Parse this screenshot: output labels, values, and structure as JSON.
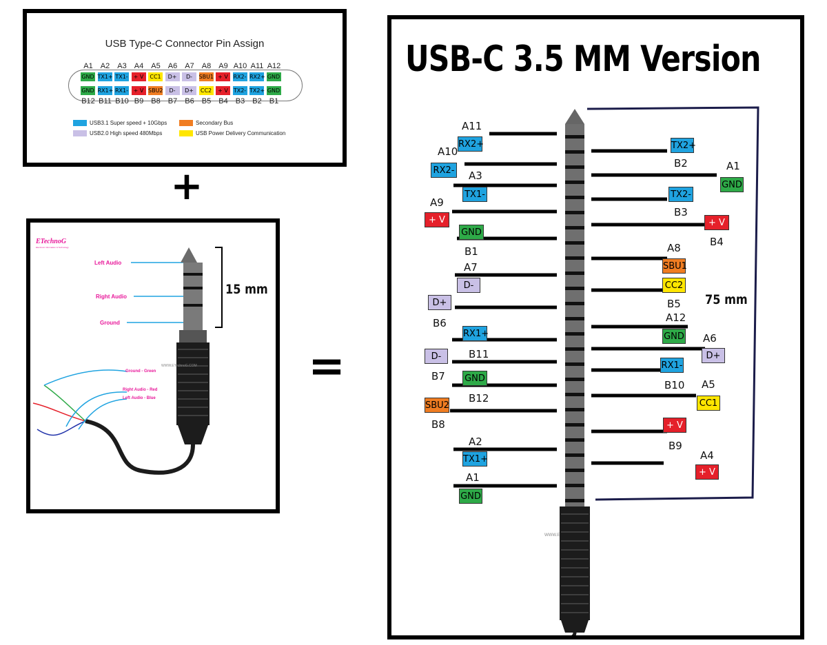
{
  "colors": {
    "blue": "#1fa3e0",
    "lilac": "#c9c0e6",
    "green": "#2eaa48",
    "red": "#e5202a",
    "orange": "#f07d22",
    "yellow": "#ffe600",
    "pink": "#e8189a",
    "navy": "#1b1c4a"
  },
  "pinout_card": {
    "title": "USB Type-C Connector Pin Assign",
    "top_row": {
      "labels": [
        "A1",
        "A2",
        "A3",
        "A4",
        "A5",
        "A6",
        "A7",
        "A8",
        "A9",
        "A10",
        "A11",
        "A12"
      ],
      "signals": [
        "GND",
        "TX1+",
        "TX1-",
        "+ V",
        "CC1",
        "D+",
        "D-",
        "SBU1",
        "+ V",
        "RX2-",
        "RX2+",
        "GND"
      ],
      "colors": [
        "green",
        "blue",
        "blue",
        "red",
        "yellow",
        "lilac",
        "lilac",
        "orange",
        "red",
        "blue",
        "blue",
        "green"
      ]
    },
    "bottom_row": {
      "labels": [
        "B12",
        "B11",
        "B10",
        "B9",
        "B8",
        "B7",
        "B6",
        "B5",
        "B4",
        "B3",
        "B2",
        "B1"
      ],
      "signals": [
        "GND",
        "RX1+",
        "RX1-",
        "+ V",
        "SBU2",
        "D-",
        "D+",
        "CC2",
        "+ V",
        "TX2-",
        "TX2+",
        "GND"
      ],
      "colors": [
        "green",
        "blue",
        "blue",
        "red",
        "orange",
        "lilac",
        "lilac",
        "yellow",
        "red",
        "blue",
        "blue",
        "green"
      ]
    },
    "legend": {
      "usb31": "USB3.1 Super speed + 10Gbps",
      "usb20": "USB2.0 High speed 480Mbps",
      "secondary": "Secondary Bus",
      "power": "USB Power Delivery Communication"
    }
  },
  "plus_sign": "+",
  "equals_sign": "=",
  "audio_card": {
    "logo": "ETechnoG",
    "logo_sub": "Electronic Information & Technology",
    "left_audio": "Left Audio",
    "right_audio": "Right Audio",
    "ground": "Ground",
    "length": "15 mm",
    "watermark": "WWW.ETechnoG.COM",
    "wire_ground": "Ground - Green",
    "wire_right": "Right Audio - Red",
    "wire_left": "Left Audio - Blue"
  },
  "usb35_card": {
    "title": "USB-C 3.5 MM Version",
    "length": "75 mm",
    "watermark": "WWW.ETechnoG.COM",
    "left_pins": [
      {
        "name": "A11",
        "signal": "RX2+",
        "color": "blue"
      },
      {
        "name": "A10",
        "signal": "RX2-",
        "color": "blue"
      },
      {
        "name": "A3",
        "signal": "TX1-",
        "color": "blue"
      },
      {
        "name": "A9",
        "signal": "+ V",
        "color": "red"
      },
      {
        "name": "B1",
        "signal": "GND",
        "color": "green"
      },
      {
        "name": "A7",
        "signal": "D-",
        "color": "lilac"
      },
      {
        "name": "B6",
        "signal": "D+",
        "color": "lilac"
      },
      {
        "name": "",
        "signal": "RX1+",
        "color": "blue"
      },
      {
        "name": "B11",
        "signal": "",
        "color": ""
      },
      {
        "name": "B7",
        "signal": "D-",
        "color": "lilac"
      },
      {
        "name": "",
        "signal": "GND",
        "color": "green"
      },
      {
        "name": "B12",
        "signal": "",
        "color": ""
      },
      {
        "name": "B8",
        "signal": "SBU2",
        "color": "orange"
      },
      {
        "name": "A2",
        "signal": "TX1+",
        "color": "blue"
      },
      {
        "name": "A1",
        "signal": "GND",
        "color": "green"
      }
    ],
    "right_pins": [
      {
        "name": "B2",
        "signal": "TX2+",
        "color": "blue"
      },
      {
        "name": "A1",
        "signal": "GND",
        "color": "green"
      },
      {
        "name": "B3",
        "signal": "TX2-",
        "color": "blue"
      },
      {
        "name": "B4",
        "signal": "+ V",
        "color": "red"
      },
      {
        "name": "A8",
        "signal": "SBU1",
        "color": "orange"
      },
      {
        "name": "B5",
        "signal": "CC2",
        "color": "yellow"
      },
      {
        "name": "A12",
        "signal": "GND",
        "color": "green"
      },
      {
        "name": "A6",
        "signal": "D+",
        "color": "lilac"
      },
      {
        "name": "B10",
        "signal": "RX1-",
        "color": "blue"
      },
      {
        "name": "A5",
        "signal": "CC1",
        "color": "yellow"
      },
      {
        "name": "B9",
        "signal": "+ V",
        "color": "red"
      },
      {
        "name": "A4",
        "signal": "+ V",
        "color": "red"
      }
    ]
  }
}
